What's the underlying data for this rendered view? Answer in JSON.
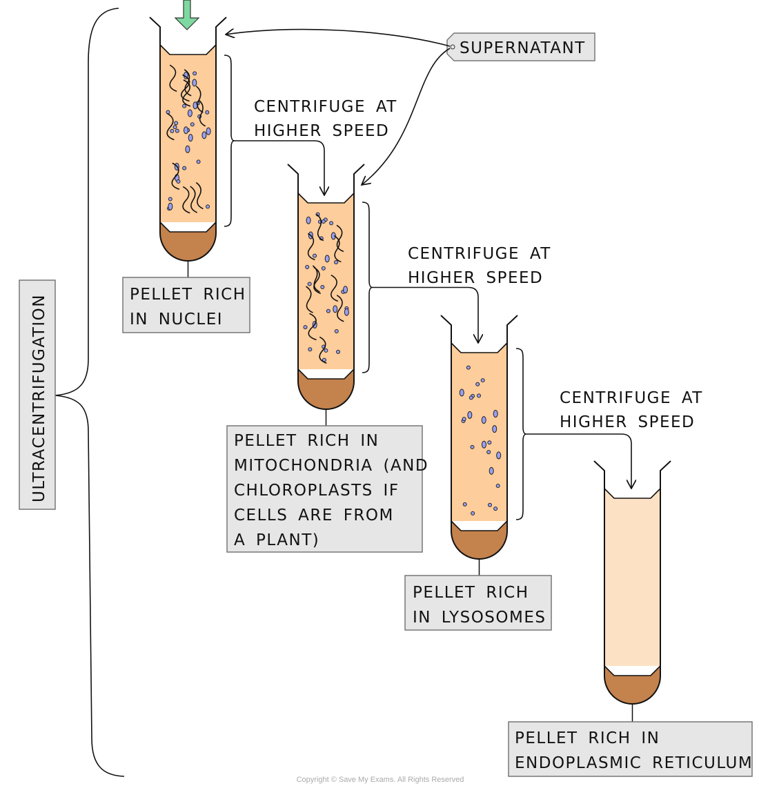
{
  "colors": {
    "liquid": "#fdcd9b",
    "liquid_clear": "#fde1c4",
    "pellet": "#c4824d",
    "organelle": "#9aa0f0",
    "label_box": "#e6e6e6",
    "input_arrow": "#7ed9a0"
  },
  "side_label": "ULTRACENTRIFUGATION",
  "supernatant_label": "SUPERNATANT",
  "steps": [
    {
      "line1": "CENTRIFUGE AT",
      "line2": "HIGHER SPEED"
    },
    {
      "line1": "CENTRIFUGE AT",
      "line2": "HIGHER SPEED"
    },
    {
      "line1": "CENTRIFUGE AT",
      "line2": "HIGHER SPEED"
    }
  ],
  "pellets": [
    {
      "lines": [
        "PELLET RICH",
        "IN NUCLEI"
      ]
    },
    {
      "lines": [
        "PELLET RICH IN",
        "MITOCHONDRIA (AND",
        "CHLOROPLASTS IF",
        "CELLS ARE FROM",
        "A PLANT)"
      ]
    },
    {
      "lines": [
        "PELLET RICH",
        "IN LYSOSOMES"
      ]
    },
    {
      "lines": [
        "PELLET RICH IN",
        "ENDOPLASMIC RETICULUM"
      ]
    }
  ],
  "copyright": "Copyright © Save My Exams. All Rights Reserved"
}
